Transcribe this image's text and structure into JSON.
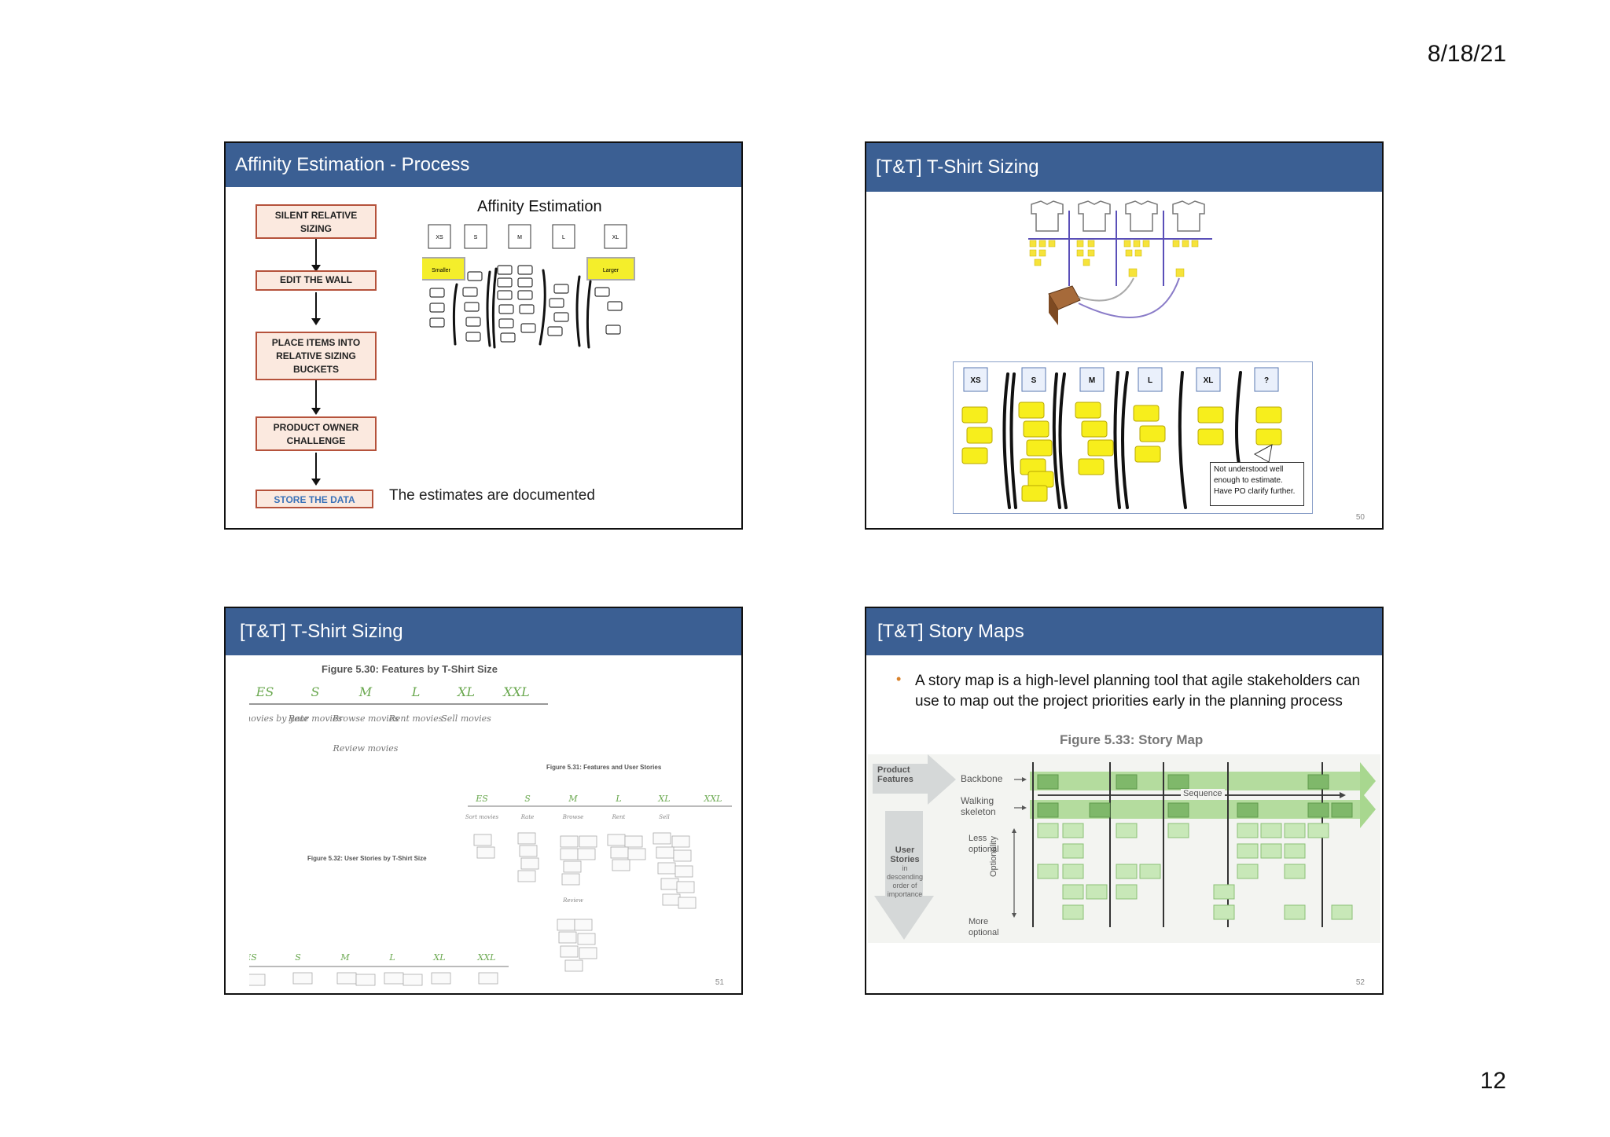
{
  "header": {
    "date": "8/18/21"
  },
  "footer": {
    "page_number": "12"
  },
  "slides": [
    {
      "title": "Affinity Estimation - Process",
      "steps": [
        "SILENT RELATIVE SIZING",
        "EDIT THE WALL",
        "PLACE ITEMS INTO RELATIVE SIZING BUCKETS",
        "PRODUCT OWNER CHALLENGE",
        "STORE THE DATA"
      ],
      "store_note": "The estimates are documented",
      "diagram_title": "Affinity Estimation",
      "size_labels": [
        "XS",
        "S",
        "M",
        "L",
        "XL"
      ],
      "smaller_label": "Smaller",
      "larger_label": "Larger"
    },
    {
      "title": "[T&T] T-Shirt Sizing",
      "size_labels": [
        "XS",
        "S",
        "M",
        "L",
        "XL",
        "?"
      ],
      "note": "Not understood well enough to estimate. Have PO clarify further.",
      "slide_number": "50"
    },
    {
      "title": "[T&T] T-Shirt Sizing",
      "fig30_caption": "Figure 5.30: Features by T-Shirt Size",
      "fig31_caption": "Figure 5.31: Features and User Stories",
      "fig32_caption": "Figure 5.32: User Stories by T-Shirt Size",
      "size_labels": [
        "ES",
        "S",
        "M",
        "L",
        "XL",
        "XXL"
      ],
      "features": [
        "Sort movies by year",
        "Rate movies",
        "Browse movies",
        "Rent movies",
        "Sell movies",
        "Review movies"
      ],
      "slide_number": "51"
    },
    {
      "title": "[T&T] Story Maps",
      "bullet": "A story map is a high-level planning tool that agile stakeholders can use to map out the project priorities early in the planning process",
      "figure_caption": "Figure 5.33: Story Map",
      "labels": {
        "product_features": "Product Features",
        "backbone": "Backbone",
        "walking_skeleton": "Walking skeleton",
        "sequence": "Sequence",
        "user_stories": "User Stories",
        "user_stories_note": "in descending order of importance",
        "less_optional": "Less optional",
        "optionality": "Optionality",
        "more_optional": "More optional"
      },
      "slide_number": "52"
    }
  ]
}
